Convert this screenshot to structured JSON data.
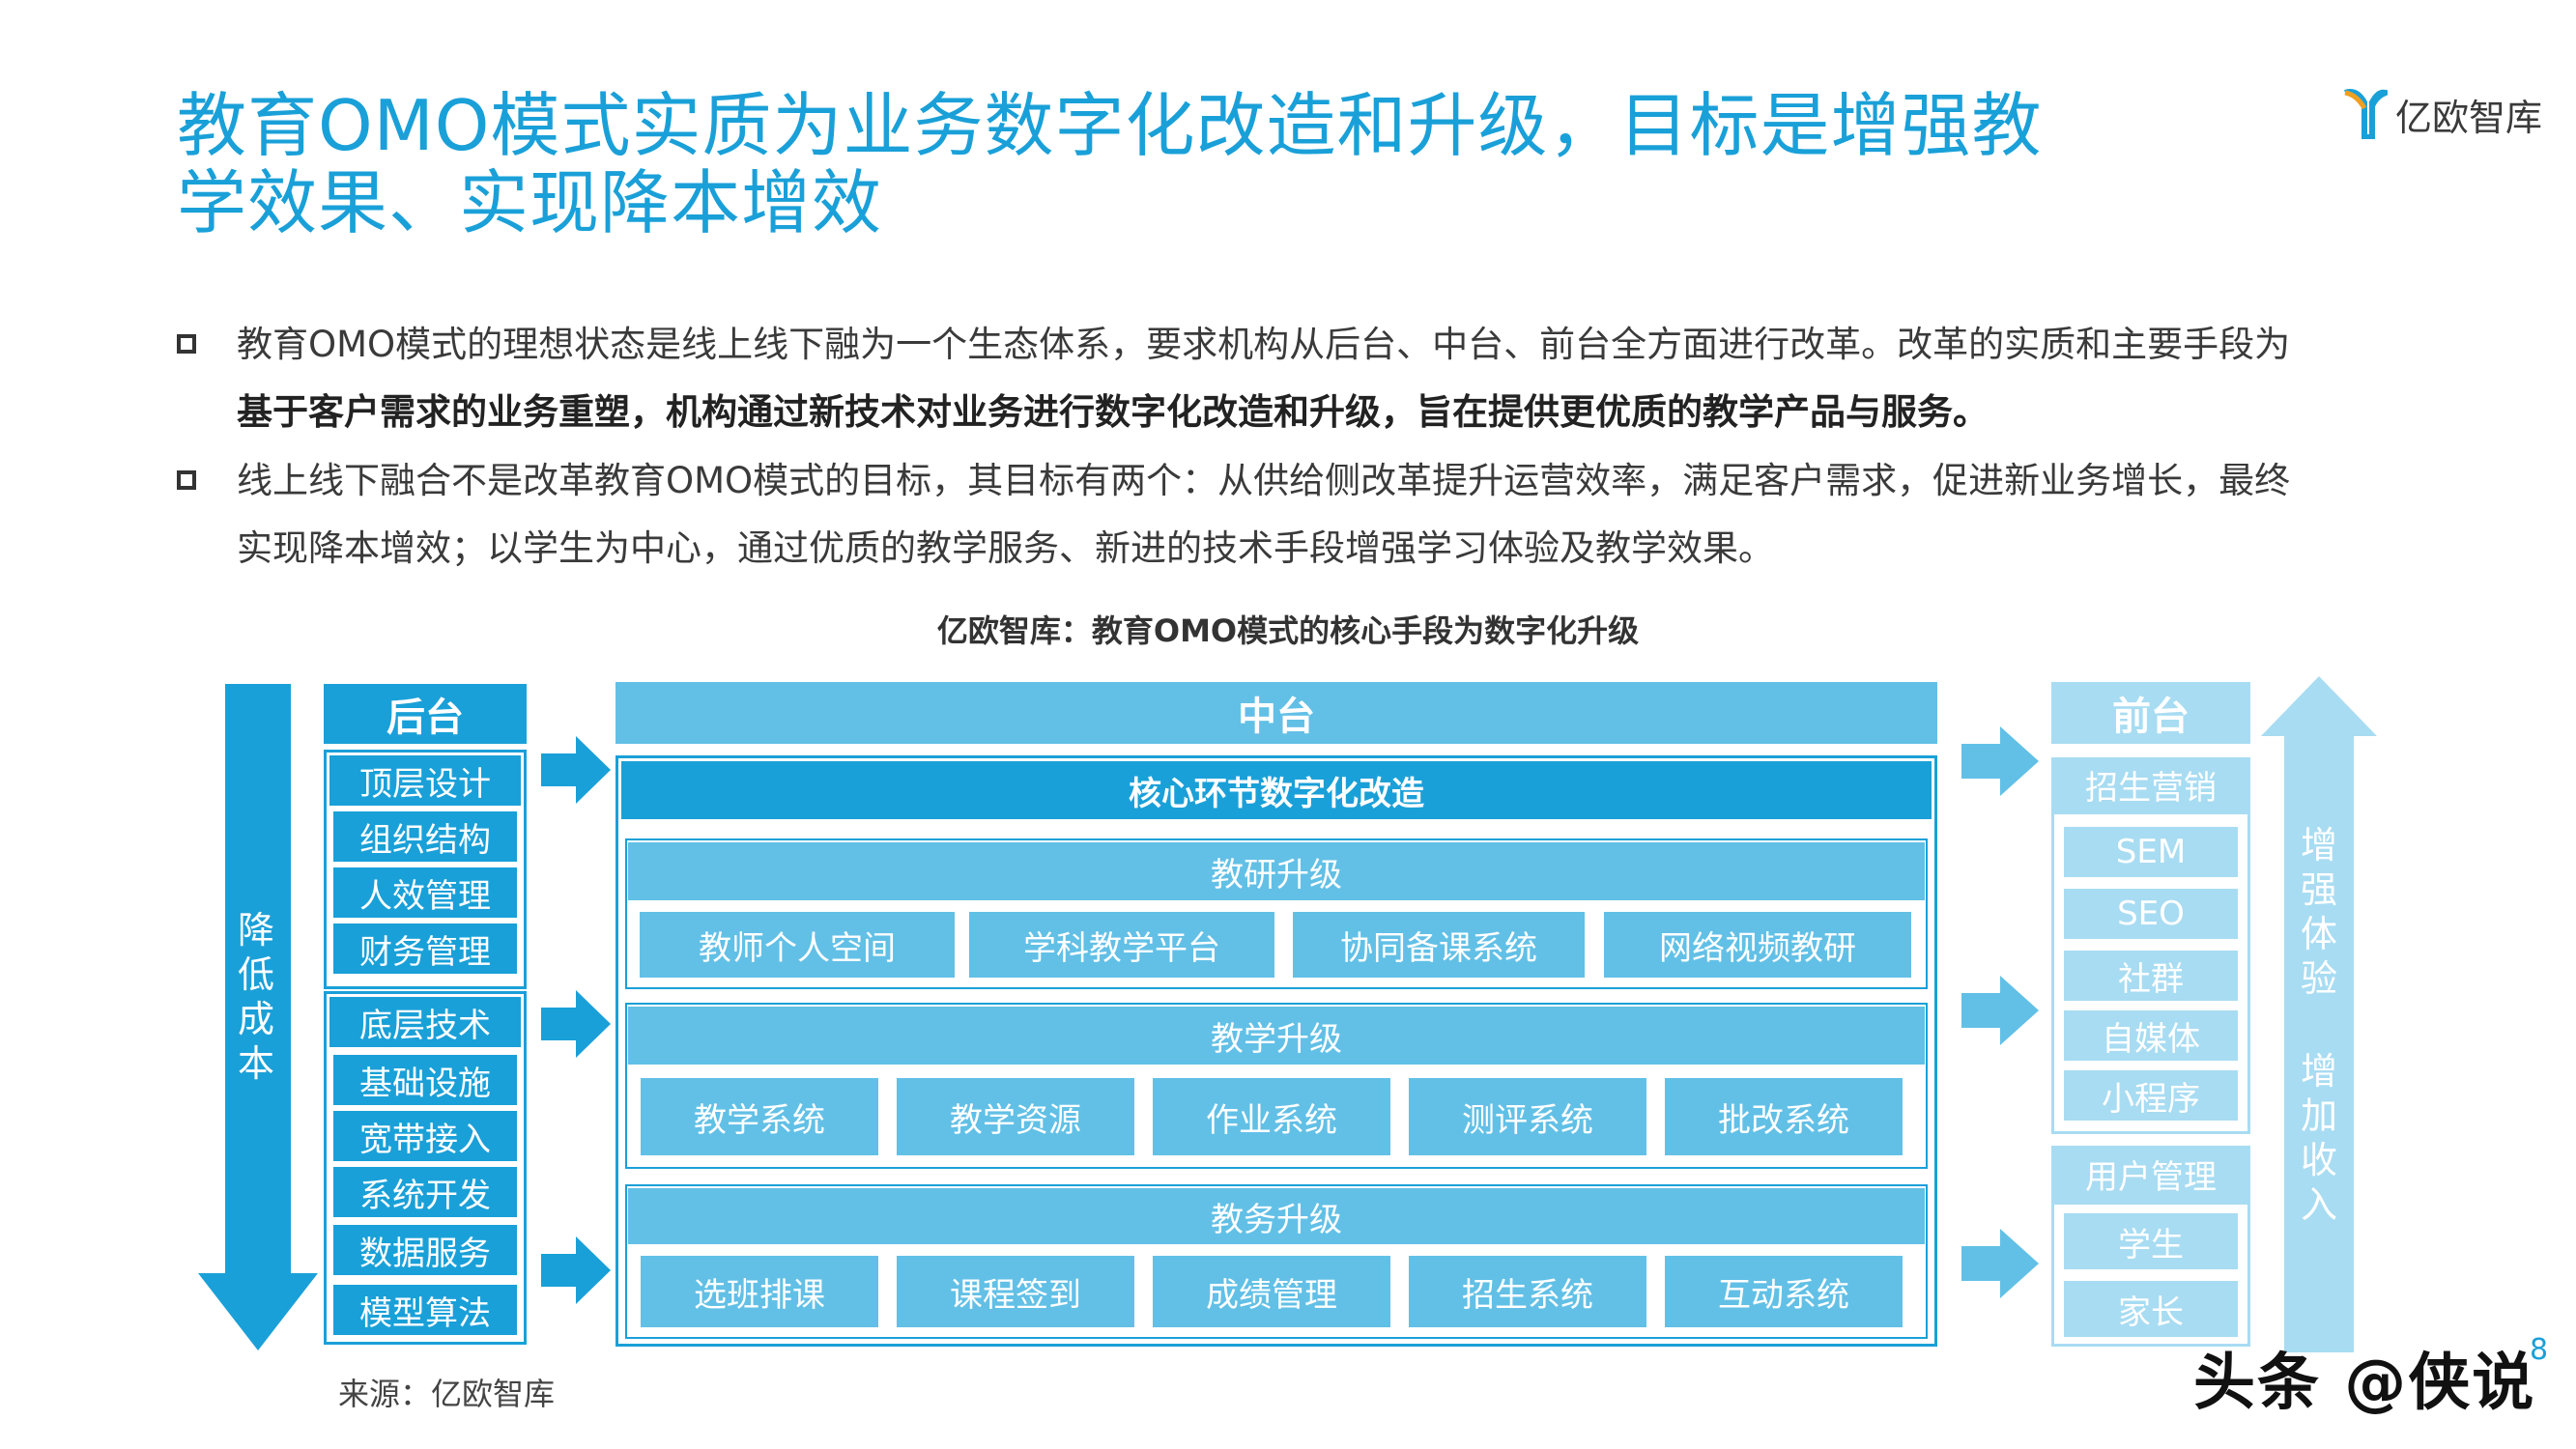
{
  "title": "教育OMO模式实质为业务数字化改造和升级，目标是增强教学效果、实现降本增效",
  "title_line1": "教育OMO模式实质为业务数字化改造和升级，目标是增强教",
  "title_line2": "学效果、实现降本增效",
  "logo": {
    "text": "亿欧智库"
  },
  "bullets": [
    {
      "text_normal": "教育OMO模式的理想状态是线上线下融为一个生态体系，要求机构从后台、中台、前台全方面进行改革。改革的实质和主要手段为",
      "text_bold": "基于客户需求的业务重塑，机构通过新技术对业务进行数字化改造和升级，旨在提供更优质的教学产品与服务。"
    },
    {
      "line1": "线上线下融合不是改革教育OMO模式的目标，其目标有两个：从供给侧改革提升运营效率，满足客户需求，促进新业务增长，最终",
      "line2": "实现降本增效；以学生为中心，通过优质的教学服务、新进的技术手段增强学习体验及教学效果。"
    }
  ],
  "caption": "亿欧智库：教育OMO模式的核心手段为数字化升级",
  "left_arrow_label": "降低成本",
  "right_arrow_label1": "增强体验",
  "right_arrow_label2": "增加收入",
  "backend": {
    "title": "后台",
    "groups": [
      {
        "label": "顶层设计",
        "items": [
          "组织结构",
          "人效管理",
          "财务管理"
        ]
      },
      {
        "label": "底层技术",
        "items": [
          "基础设施",
          "宽带接入",
          "系统开发",
          "数据服务",
          "模型算法"
        ]
      }
    ]
  },
  "middle": {
    "title": "中台",
    "subtitle": "核心环节数字化改造",
    "sections": [
      {
        "label": "教研升级",
        "items": [
          "教师个人空间",
          "学科教学平台",
          "协同备课系统",
          "网络视频教研"
        ]
      },
      {
        "label": "教学升级",
        "items": [
          "教学系统",
          "教学资源",
          "作业系统",
          "测评系统",
          "批改系统"
        ]
      },
      {
        "label": "教务升级",
        "items": [
          "选班排课",
          "课程签到",
          "成绩管理",
          "招生系统",
          "互动系统"
        ]
      }
    ]
  },
  "front": {
    "title": "前台",
    "groups": [
      {
        "label": "招生营销",
        "items": [
          "SEM",
          "SEO",
          "社群",
          "自媒体",
          "小程序"
        ]
      },
      {
        "label": "用户管理",
        "items": [
          "学生",
          "家长"
        ]
      }
    ]
  },
  "source": "来源：亿欧智库",
  "page_number": "8",
  "watermark": "头条 @侠说",
  "colors": {
    "accent": "#1aa0d8",
    "medium": "#62c0e6",
    "light": "#a8dcf2"
  }
}
